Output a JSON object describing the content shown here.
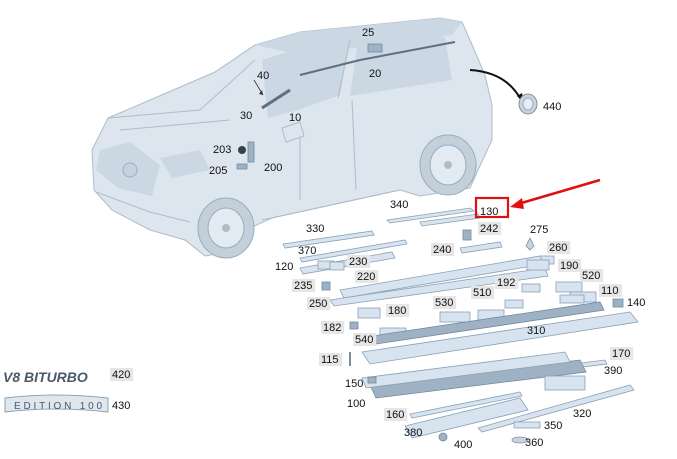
{
  "diagram": {
    "emblems": {
      "v8_biturbo_text": "V8 BITURBO",
      "edition_text": "EDITION 100"
    },
    "callouts": [
      {
        "key": "c25",
        "label": "25",
        "shaded": false
      },
      {
        "key": "c20",
        "label": "20",
        "shaded": false
      },
      {
        "key": "c40",
        "label": "40",
        "shaded": false
      },
      {
        "key": "c30",
        "label": "30",
        "shaded": false
      },
      {
        "key": "c10",
        "label": "10",
        "shaded": false
      },
      {
        "key": "c440",
        "label": "440",
        "shaded": false
      },
      {
        "key": "c203",
        "label": "203",
        "shaded": false
      },
      {
        "key": "c205",
        "label": "205",
        "shaded": false
      },
      {
        "key": "c200",
        "label": "200",
        "shaded": false
      },
      {
        "key": "c340",
        "label": "340",
        "shaded": false
      },
      {
        "key": "c130",
        "label": "130",
        "shaded": false,
        "highlighted": true
      },
      {
        "key": "c330",
        "label": "330",
        "shaded": false
      },
      {
        "key": "c242",
        "label": "242",
        "shaded": true
      },
      {
        "key": "c275",
        "label": "275",
        "shaded": false
      },
      {
        "key": "c370",
        "label": "370",
        "shaded": false
      },
      {
        "key": "c240",
        "label": "240",
        "shaded": true
      },
      {
        "key": "c260",
        "label": "260",
        "shaded": true
      },
      {
        "key": "c120",
        "label": "120",
        "shaded": false
      },
      {
        "key": "c230",
        "label": "230",
        "shaded": true
      },
      {
        "key": "c190",
        "label": "190",
        "shaded": true
      },
      {
        "key": "c220",
        "label": "220",
        "shaded": true
      },
      {
        "key": "c520",
        "label": "520",
        "shaded": true
      },
      {
        "key": "c235",
        "label": "235",
        "shaded": true
      },
      {
        "key": "c192",
        "label": "192",
        "shaded": true
      },
      {
        "key": "c110",
        "label": "110",
        "shaded": true
      },
      {
        "key": "c510",
        "label": "510",
        "shaded": true
      },
      {
        "key": "c140",
        "label": "140",
        "shaded": false
      },
      {
        "key": "c250",
        "label": "250",
        "shaded": true
      },
      {
        "key": "c180",
        "label": "180",
        "shaded": true
      },
      {
        "key": "c530",
        "label": "530",
        "shaded": true
      },
      {
        "key": "c182",
        "label": "182",
        "shaded": true
      },
      {
        "key": "c310",
        "label": "310",
        "shaded": false
      },
      {
        "key": "c540",
        "label": "540",
        "shaded": true
      },
      {
        "key": "c170",
        "label": "170",
        "shaded": true
      },
      {
        "key": "c115",
        "label": "115",
        "shaded": true
      },
      {
        "key": "c420",
        "label": "420",
        "shaded": true
      },
      {
        "key": "c390",
        "label": "390",
        "shaded": false
      },
      {
        "key": "c150",
        "label": "150",
        "shaded": false
      },
      {
        "key": "c430",
        "label": "430",
        "shaded": false
      },
      {
        "key": "c100",
        "label": "100",
        "shaded": false
      },
      {
        "key": "c160",
        "label": "160",
        "shaded": true
      },
      {
        "key": "c320",
        "label": "320",
        "shaded": false
      },
      {
        "key": "c350",
        "label": "350",
        "shaded": false
      },
      {
        "key": "c380",
        "label": "380",
        "shaded": false
      },
      {
        "key": "c400",
        "label": "400",
        "shaded": false
      },
      {
        "key": "c360",
        "label": "360",
        "shaded": false
      }
    ],
    "colors": {
      "highlight": "#e01010",
      "label_chip": "#e6e6e6",
      "part_fill": "#d7e3ee",
      "car_fill": "#dde6ee"
    }
  }
}
